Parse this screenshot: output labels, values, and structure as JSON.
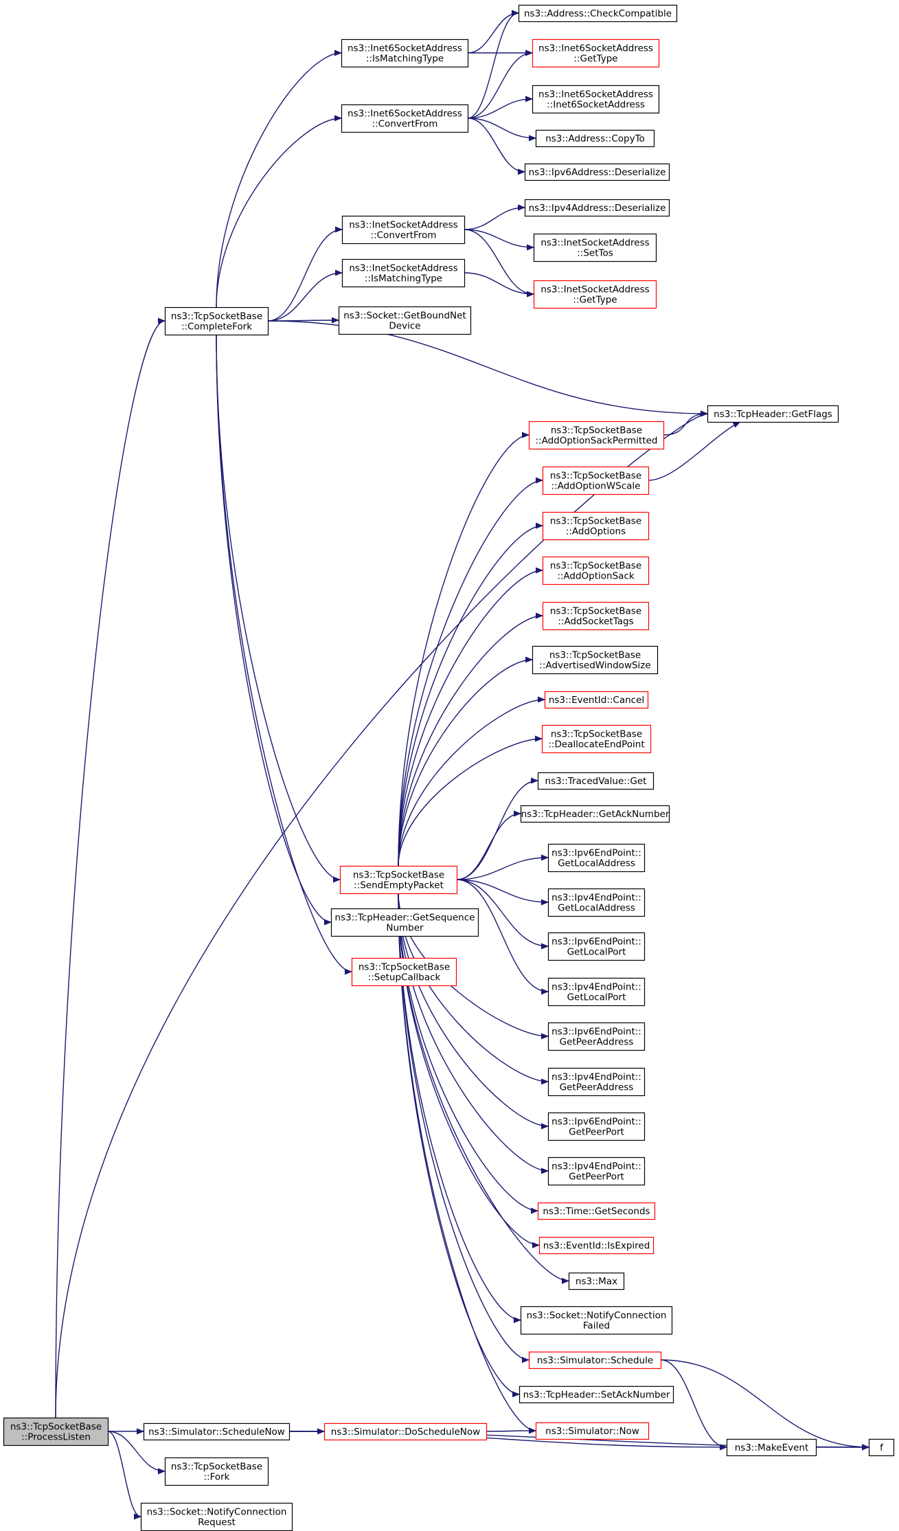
{
  "colors": {
    "edge": "#191970",
    "node_border_normal": "#000000",
    "node_border_red": "#ff0000",
    "node_fill": "#ffffff",
    "root_fill": "#bfbfbf"
  },
  "nodes": [
    {
      "id": "process_listen",
      "lines": [
        "ns3::TcpSocketBase",
        "::ProcessListen"
      ],
      "style": "root"
    },
    {
      "id": "complete_fork",
      "lines": [
        "ns3::TcpSocketBase",
        "::CompleteFork"
      ],
      "style": "normal"
    },
    {
      "id": "schedule_now",
      "lines": [
        "ns3::Simulator::ScheduleNow"
      ],
      "style": "normal"
    },
    {
      "id": "fork",
      "lines": [
        "ns3::TcpSocketBase",
        "::Fork"
      ],
      "style": "normal"
    },
    {
      "id": "notify_conn_req",
      "lines": [
        "ns3::Socket::NotifyConnection",
        "Request"
      ],
      "style": "normal"
    },
    {
      "id": "inet6_is_matching",
      "lines": [
        "ns3::Inet6SocketAddress",
        "::IsMatchingType"
      ],
      "style": "normal"
    },
    {
      "id": "inet6_convert",
      "lines": [
        "ns3::Inet6SocketAddress",
        "::ConvertFrom"
      ],
      "style": "normal"
    },
    {
      "id": "inet_convert",
      "lines": [
        "ns3::InetSocketAddress",
        "::ConvertFrom"
      ],
      "style": "normal"
    },
    {
      "id": "inet_is_matching",
      "lines": [
        "ns3::InetSocketAddress",
        "::IsMatchingType"
      ],
      "style": "normal"
    },
    {
      "id": "get_bound_net",
      "lines": [
        "ns3::Socket::GetBoundNet",
        "Device"
      ],
      "style": "normal"
    },
    {
      "id": "send_empty",
      "lines": [
        "ns3::TcpSocketBase",
        "::SendEmptyPacket"
      ],
      "style": "red"
    },
    {
      "id": "get_seq",
      "lines": [
        "ns3::TcpHeader::GetSequence",
        "Number"
      ],
      "style": "normal"
    },
    {
      "id": "setup_cb",
      "lines": [
        "ns3::TcpSocketBase",
        "::SetupCallback"
      ],
      "style": "red"
    },
    {
      "id": "do_schedule_now",
      "lines": [
        "ns3::Simulator::DoScheduleNow"
      ],
      "style": "red"
    },
    {
      "id": "check_compat",
      "lines": [
        "ns3::Address::CheckCompatible"
      ],
      "style": "normal"
    },
    {
      "id": "inet6_get_type",
      "lines": [
        "ns3::Inet6SocketAddress",
        "::GetType"
      ],
      "style": "red"
    },
    {
      "id": "inet6_ctor",
      "lines": [
        "ns3::Inet6SocketAddress",
        "::Inet6SocketAddress"
      ],
      "style": "normal"
    },
    {
      "id": "copy_to",
      "lines": [
        "ns3::Address::CopyTo"
      ],
      "style": "normal"
    },
    {
      "id": "ipv6_deser",
      "lines": [
        "ns3::Ipv6Address::Deserialize"
      ],
      "style": "normal"
    },
    {
      "id": "ipv4_deser",
      "lines": [
        "ns3::Ipv4Address::Deserialize"
      ],
      "style": "normal"
    },
    {
      "id": "set_tos",
      "lines": [
        "ns3::InetSocketAddress",
        "::SetTos"
      ],
      "style": "normal"
    },
    {
      "id": "inet_get_type",
      "lines": [
        "ns3::InetSocketAddress",
        "::GetType"
      ],
      "style": "red"
    },
    {
      "id": "get_flags",
      "lines": [
        "ns3::TcpHeader::GetFlags"
      ],
      "style": "normal"
    },
    {
      "id": "add_sack_perm",
      "lines": [
        "ns3::TcpSocketBase",
        "::AddOptionSackPermitted"
      ],
      "style": "red"
    },
    {
      "id": "add_wscale",
      "lines": [
        "ns3::TcpSocketBase",
        "::AddOptionWScale"
      ],
      "style": "red"
    },
    {
      "id": "add_options",
      "lines": [
        "ns3::TcpSocketBase",
        "::AddOptions"
      ],
      "style": "red"
    },
    {
      "id": "add_sack",
      "lines": [
        "ns3::TcpSocketBase",
        "::AddOptionSack"
      ],
      "style": "red"
    },
    {
      "id": "add_tags",
      "lines": [
        "ns3::TcpSocketBase",
        "::AddSocketTags"
      ],
      "style": "red"
    },
    {
      "id": "adv_window",
      "lines": [
        "ns3::TcpSocketBase",
        "::AdvertisedWindowSize"
      ],
      "style": "normal"
    },
    {
      "id": "event_cancel",
      "lines": [
        "ns3::EventId::Cancel"
      ],
      "style": "red"
    },
    {
      "id": "dealloc",
      "lines": [
        "ns3::TcpSocketBase",
        "::DeallocateEndPoint"
      ],
      "style": "red"
    },
    {
      "id": "traced_get",
      "lines": [
        "ns3::TracedValue::Get"
      ],
      "style": "normal"
    },
    {
      "id": "get_ack",
      "lines": [
        "ns3::TcpHeader::GetAckNumber"
      ],
      "style": "normal"
    },
    {
      "id": "ipv6_local_addr",
      "lines": [
        "ns3::Ipv6EndPoint::",
        "GetLocalAddress"
      ],
      "style": "normal"
    },
    {
      "id": "ipv4_local_addr",
      "lines": [
        "ns3::Ipv4EndPoint::",
        "GetLocalAddress"
      ],
      "style": "normal"
    },
    {
      "id": "ipv6_local_port",
      "lines": [
        "ns3::Ipv6EndPoint::",
        "GetLocalPort"
      ],
      "style": "normal"
    },
    {
      "id": "ipv4_local_port",
      "lines": [
        "ns3::Ipv4EndPoint::",
        "GetLocalPort"
      ],
      "style": "normal"
    },
    {
      "id": "ipv6_peer_addr",
      "lines": [
        "ns3::Ipv6EndPoint::",
        "GetPeerAddress"
      ],
      "style": "normal"
    },
    {
      "id": "ipv4_peer_addr",
      "lines": [
        "ns3::Ipv4EndPoint::",
        "GetPeerAddress"
      ],
      "style": "normal"
    },
    {
      "id": "ipv6_peer_port",
      "lines": [
        "ns3::Ipv6EndPoint::",
        "GetPeerPort"
      ],
      "style": "normal"
    },
    {
      "id": "ipv4_peer_port",
      "lines": [
        "ns3::Ipv4EndPoint::",
        "GetPeerPort"
      ],
      "style": "normal"
    },
    {
      "id": "get_seconds",
      "lines": [
        "ns3::Time::GetSeconds"
      ],
      "style": "red"
    },
    {
      "id": "is_expired",
      "lines": [
        "ns3::EventId::IsExpired"
      ],
      "style": "red"
    },
    {
      "id": "max",
      "lines": [
        "ns3::Max"
      ],
      "style": "normal"
    },
    {
      "id": "notify_conn_failed",
      "lines": [
        "ns3::Socket::NotifyConnection",
        "Failed"
      ],
      "style": "normal"
    },
    {
      "id": "sim_schedule",
      "lines": [
        "ns3::Simulator::Schedule"
      ],
      "style": "red"
    },
    {
      "id": "set_ack",
      "lines": [
        "ns3::TcpHeader::SetAckNumber"
      ],
      "style": "normal"
    },
    {
      "id": "sim_now",
      "lines": [
        "ns3::Simulator::Now"
      ],
      "style": "red"
    },
    {
      "id": "make_event",
      "lines": [
        "ns3::MakeEvent"
      ],
      "style": "normal"
    },
    {
      "id": "f",
      "lines": [
        "f"
      ],
      "style": "normal"
    }
  ],
  "edges": [
    [
      "process_listen",
      "complete_fork"
    ],
    [
      "process_listen",
      "get_flags"
    ],
    [
      "process_listen",
      "schedule_now"
    ],
    [
      "process_listen",
      "fork"
    ],
    [
      "process_listen",
      "notify_conn_req"
    ],
    [
      "complete_fork",
      "inet6_is_matching"
    ],
    [
      "complete_fork",
      "inet6_convert"
    ],
    [
      "complete_fork",
      "inet_convert"
    ],
    [
      "complete_fork",
      "inet_is_matching"
    ],
    [
      "complete_fork",
      "get_bound_net"
    ],
    [
      "complete_fork",
      "get_flags"
    ],
    [
      "complete_fork",
      "send_empty"
    ],
    [
      "complete_fork",
      "get_seq"
    ],
    [
      "complete_fork",
      "setup_cb"
    ],
    [
      "inet6_is_matching",
      "check_compat"
    ],
    [
      "inet6_is_matching",
      "inet6_get_type"
    ],
    [
      "inet6_convert",
      "check_compat"
    ],
    [
      "inet6_convert",
      "inet6_get_type"
    ],
    [
      "inet6_convert",
      "inet6_ctor"
    ],
    [
      "inet6_convert",
      "copy_to"
    ],
    [
      "inet6_convert",
      "ipv6_deser"
    ],
    [
      "inet_convert",
      "ipv4_deser"
    ],
    [
      "inet_convert",
      "set_tos"
    ],
    [
      "inet_convert",
      "inet_get_type"
    ],
    [
      "inet_is_matching",
      "inet_get_type"
    ],
    [
      "add_sack_perm",
      "get_flags"
    ],
    [
      "add_wscale",
      "get_flags"
    ],
    [
      "send_empty",
      "add_sack_perm"
    ],
    [
      "send_empty",
      "add_wscale"
    ],
    [
      "send_empty",
      "add_options"
    ],
    [
      "send_empty",
      "add_sack"
    ],
    [
      "send_empty",
      "add_tags"
    ],
    [
      "send_empty",
      "adv_window"
    ],
    [
      "send_empty",
      "event_cancel"
    ],
    [
      "send_empty",
      "dealloc"
    ],
    [
      "send_empty",
      "traced_get"
    ],
    [
      "send_empty",
      "get_ack"
    ],
    [
      "send_empty",
      "ipv6_local_addr"
    ],
    [
      "send_empty",
      "ipv4_local_addr"
    ],
    [
      "send_empty",
      "ipv6_local_port"
    ],
    [
      "send_empty",
      "ipv4_local_port"
    ],
    [
      "send_empty",
      "ipv6_peer_addr"
    ],
    [
      "send_empty",
      "ipv4_peer_addr"
    ],
    [
      "send_empty",
      "ipv6_peer_port"
    ],
    [
      "send_empty",
      "ipv4_peer_port"
    ],
    [
      "send_empty",
      "get_seconds"
    ],
    [
      "send_empty",
      "is_expired"
    ],
    [
      "send_empty",
      "max"
    ],
    [
      "send_empty",
      "notify_conn_failed"
    ],
    [
      "send_empty",
      "sim_schedule"
    ],
    [
      "send_empty",
      "set_ack"
    ],
    [
      "send_empty",
      "sim_now"
    ],
    [
      "schedule_now",
      "do_schedule_now"
    ],
    [
      "schedule_now",
      "make_event"
    ],
    [
      "schedule_now",
      "f"
    ],
    [
      "do_schedule_now",
      "sim_now"
    ],
    [
      "sim_schedule",
      "make_event"
    ],
    [
      "sim_schedule",
      "f"
    ],
    [
      "make_event",
      "f"
    ]
  ]
}
